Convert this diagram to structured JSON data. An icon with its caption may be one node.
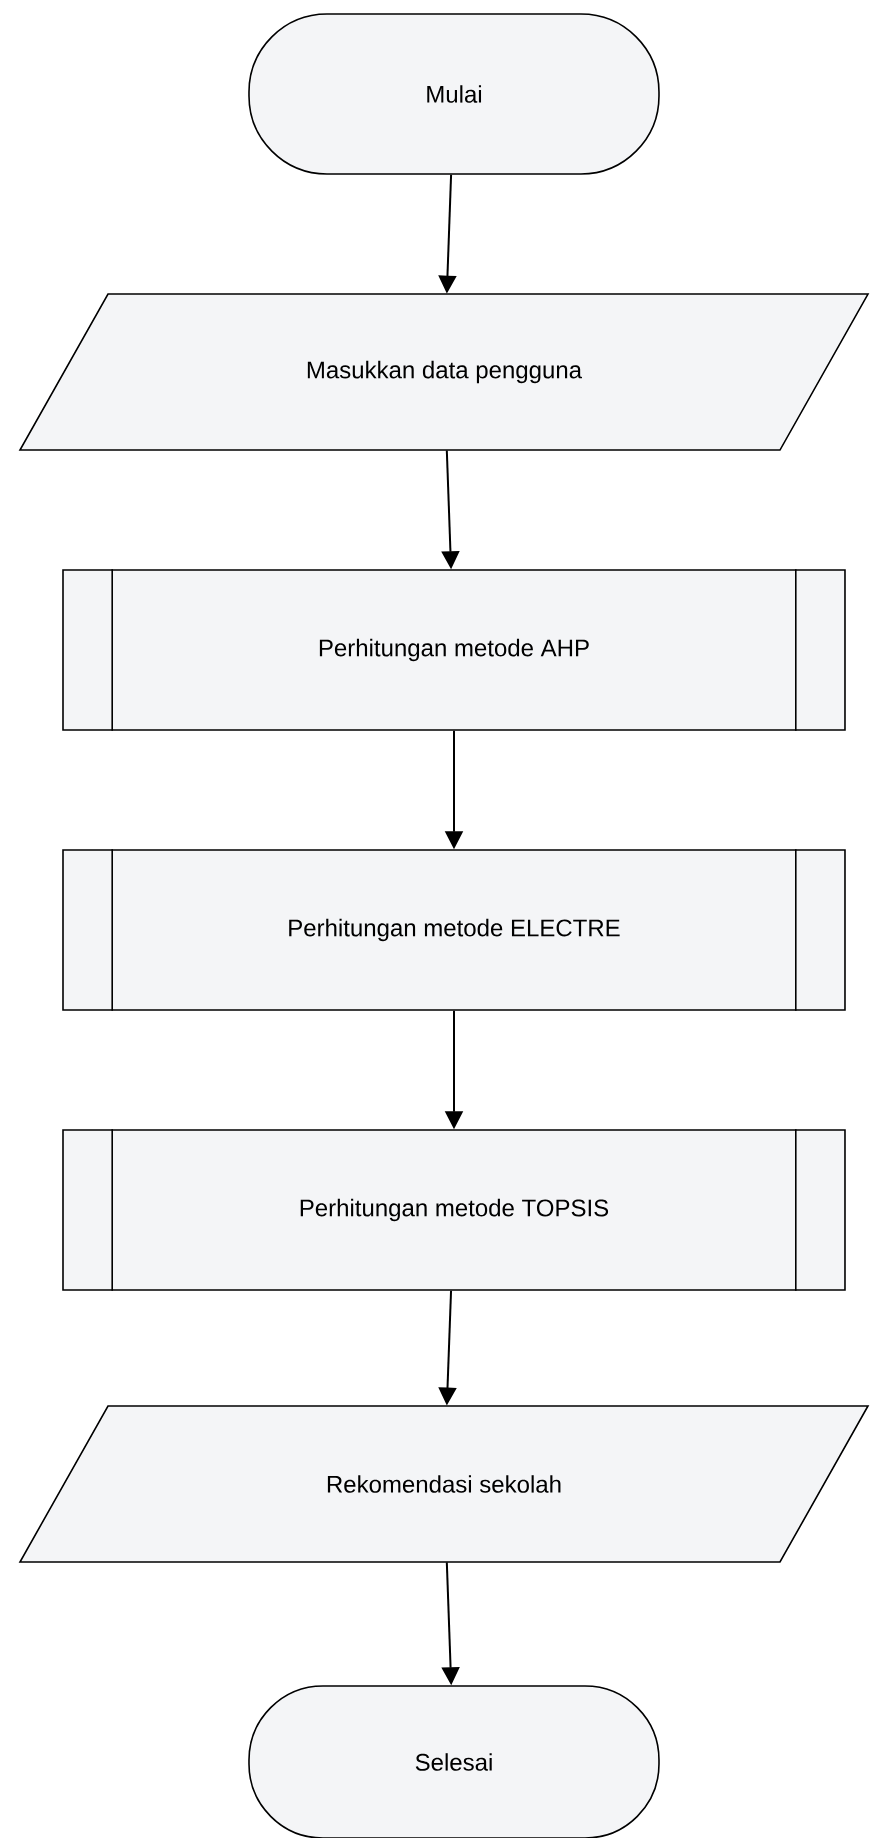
{
  "diagram": {
    "nodes": [
      {
        "text": [
          "Mulai"
        ]
      },
      {
        "text": [
          "Masukkan data pengguna"
        ]
      },
      {
        "text": [
          "Perhitungan metode AHP"
        ]
      },
      {
        "text": [
          "Perhitungan metode ELECTRE"
        ]
      },
      {
        "text": [
          "Perhitungan metode TOPSIS"
        ]
      },
      {
        "text": [
          "Rekomendasi sekolah"
        ]
      },
      {
        "text": [
          "Selesai"
        ]
      }
    ],
    "edges": [
      {
        "from": 0,
        "to": 1,
        "arrow": "to"
      },
      {
        "from": 1,
        "to": 2,
        "arrow": "to"
      },
      {
        "from": 2,
        "to": 3,
        "arrow": "to"
      },
      {
        "from": 3,
        "to": 4,
        "arrow": "to"
      },
      {
        "from": 4,
        "to": 5,
        "arrow": "to"
      },
      {
        "from": 5,
        "to": 6,
        "arrow": "to"
      }
    ]
  }
}
